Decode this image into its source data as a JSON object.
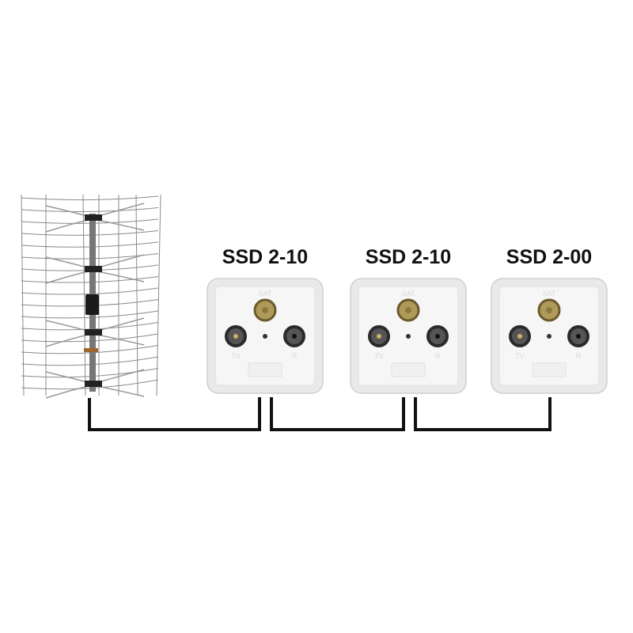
{
  "diagram": {
    "sockets": [
      {
        "label": "SSD 2-10",
        "ports": {
          "top": "SAT",
          "left": "TV",
          "right": "R"
        }
      },
      {
        "label": "SSD 2-10",
        "ports": {
          "top": "SAT",
          "left": "TV",
          "right": "R"
        }
      },
      {
        "label": "SSD 2-00",
        "ports": {
          "top": "SAT",
          "left": "TV",
          "right": "R"
        }
      }
    ],
    "antenna": {
      "type": "grid-antenna-icon"
    },
    "colors": {
      "cable": "#111111",
      "socket_body": "#f2f2f2",
      "sat_connector": "#b09a5a",
      "port": "#2a2a2a"
    }
  }
}
